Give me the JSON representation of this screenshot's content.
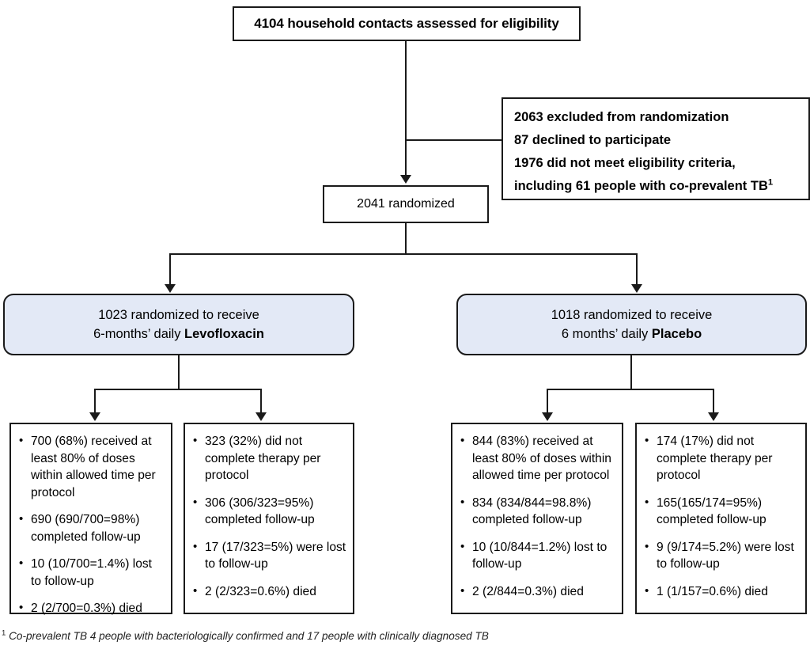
{
  "diagram": {
    "title_box": {
      "text": "4104 household contacts assessed for eligibility"
    },
    "excluded_box": {
      "line1": "2063 excluded from randomization",
      "line2": "87 declined to participate",
      "line3": "1976 did not meet eligibility criteria,",
      "line4_pre": "including 61 people with co-prevalent TB",
      "line4_sup": "1"
    },
    "randomized_box": {
      "text": "2041 randomized"
    },
    "arms": [
      {
        "line1": "1023 randomized to receive",
        "line2_pre": "6-months’ daily ",
        "line2_bold": "Levofloxacin"
      },
      {
        "line1": "1018 randomized to receive",
        "line2_pre": "6 months’ daily ",
        "line2_bold": "Placebo"
      }
    ],
    "outcomes": [
      {
        "id": "levofloxacin-completed",
        "items": [
          "700 (68%) received at least 80% of doses within allowed time per protocol",
          "690 (690/700=98%) completed follow-up",
          "10 (10/700=1.4%) lost to follow-up",
          "2 (2/700=0.3%) died"
        ]
      },
      {
        "id": "levofloxacin-not-completed",
        "items": [
          "323 (32%) did not complete therapy per protocol",
          "306 (306/323=95%) completed follow-up",
          "17 (17/323=5%) were lost to follow-up",
          "2 (2/323=0.6%) died"
        ]
      },
      {
        "id": "placebo-completed",
        "items": [
          "844 (83%) received at least 80% of doses within allowed time per protocol",
          "834 (834/844=98.8%) completed follow-up",
          "10 (10/844=1.2%) lost to follow-up",
          "2 (2/844=0.3%) died"
        ]
      },
      {
        "id": "placebo-not-completed",
        "items": [
          "174 (17%) did not complete therapy per protocol",
          "165(165/174=95%) completed follow-up",
          "9 (9/174=5.2%) were lost to follow-up",
          "1 (1/157=0.6%) died"
        ]
      }
    ],
    "footnote": {
      "marker": "1",
      "text": "Co-prevalent TB 4 people with bacteriologically confirmed and 17 people with clinically diagnosed TB"
    },
    "colors": {
      "arm_fill": "#e3e9f6",
      "border": "#1a1a1a",
      "background": "#ffffff"
    }
  }
}
